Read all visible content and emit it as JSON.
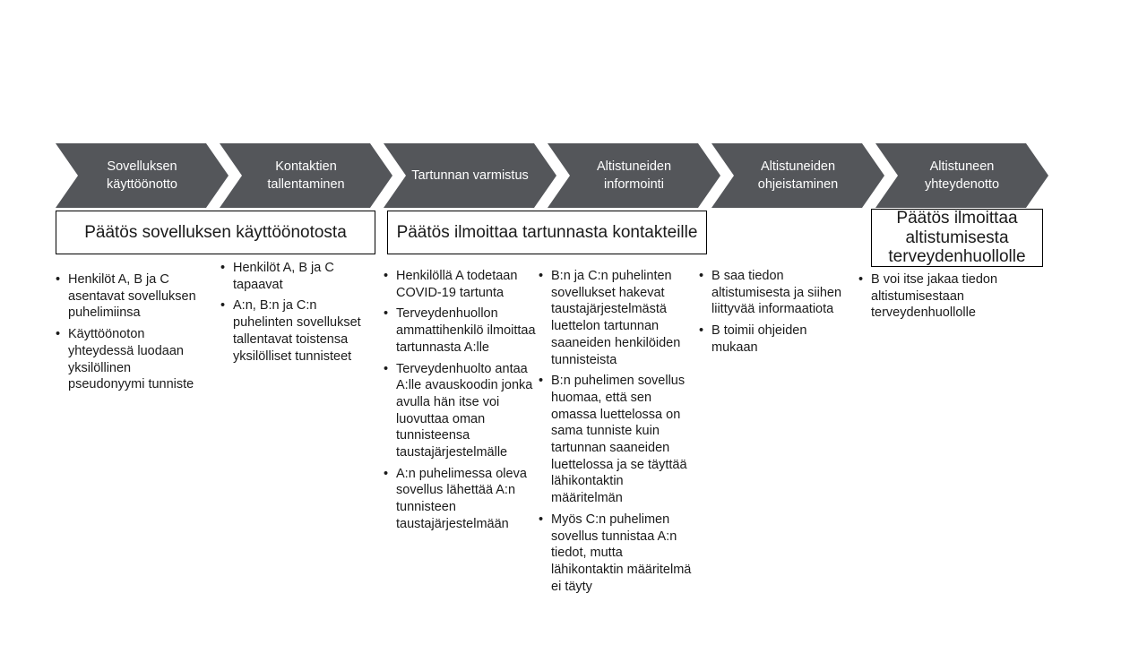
{
  "chevrons": [
    {
      "label": "Sovelluksen käyttöönotto"
    },
    {
      "label": "Kontaktien tallentaminen"
    },
    {
      "label": "Tartunnan varmistus"
    },
    {
      "label": "Altistuneiden informointi"
    },
    {
      "label": "Altistuneiden ohjeistaminen"
    },
    {
      "label": "Altistuneen yhteydenotto"
    }
  ],
  "decision_boxes": [
    {
      "label": "Päätös sovelluksen käyttöönotosta",
      "spans_steps": "1-2"
    },
    {
      "label": "Päätös ilmoittaa tartunnasta kontakteille",
      "spans_steps": "3-4"
    },
    {
      "label": "Päätös ilmoittaa altistumisesta terveydenhuollolle",
      "spans_steps": "6"
    }
  ],
  "columns": [
    {
      "step": "Sovelluksen käyttöönotto",
      "bullets": [
        "Henkilöt A, B ja C asentavat sovelluksen puhelimiinsa",
        "Käyttöönoton yhteydessä luodaan yksilöllinen pseudonyymi tunniste"
      ]
    },
    {
      "step": "Kontaktien tallentaminen",
      "bullets": [
        "Henkilöt A, B ja C tapaavat",
        "A:n, B:n ja C:n puhelinten sovellukset tallentavat toistensa yksilölliset tunnisteet"
      ]
    },
    {
      "step": "Tartunnan varmistus",
      "bullets": [
        "Henkilöllä A todetaan COVID-19 tartunta",
        "Terveydenhuollon ammattihenkilö ilmoittaa tartunnasta A:lle",
        "Terveydenhuolto antaa A:lle avauskoodin jonka avulla hän itse voi luovuttaa oman tunnisteensa taustajärjestelmälle",
        "A:n puhelimessa oleva sovellus lähettää A:n tunnisteen taustajärjestelmään"
      ]
    },
    {
      "step": "Altistuneiden informointi",
      "bullets": [
        "B:n ja C:n puhelinten sovellukset hakevat taustajärjestelmästä luettelon tartunnan saaneiden henkilöiden tunnisteista",
        "B:n puhelimen sovellus huomaa, että sen omassa luettelossa on sama tunniste kuin tartunnan saaneiden luettelossa ja se täyttää lähikontaktin määritelmän",
        "Myös C:n puhelimen sovellus tunnistaa A:n tiedot, mutta lähikontaktin määritelmä ei täyty"
      ]
    },
    {
      "step": "Altistuneiden ohjeistaminen",
      "bullets": [
        "B saa tiedon altistumisesta ja siihen liittyvää informaatiota",
        "B toimii ohjeiden mukaan"
      ]
    },
    {
      "step": "Altistuneen yhteydenotto",
      "bullets": [
        "B voi itse jakaa tiedon altistumisestaan terveydenhuollolle"
      ]
    }
  ],
  "colors": {
    "chevron_fill": "#54565a",
    "chevron_text": "#ffffff",
    "box_border": "#000000",
    "body_text": "#1a1a1a",
    "background": "#ffffff"
  }
}
